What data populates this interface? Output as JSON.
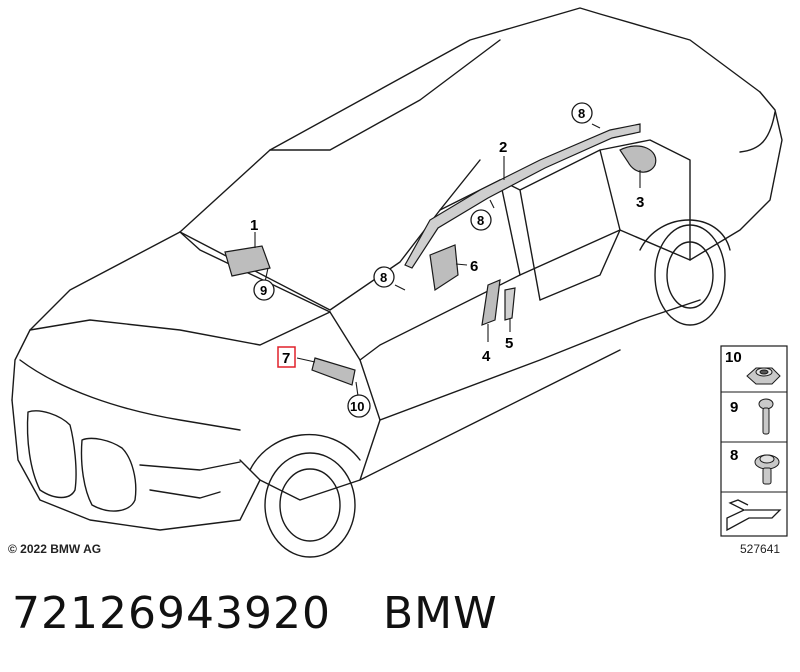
{
  "diagram": {
    "callouts": {
      "p1": "1",
      "p2": "2",
      "p3": "3",
      "p4": "4",
      "p5": "5",
      "p6": "6",
      "p7": "7",
      "p8a": "8",
      "p8b": "8",
      "p8c": "8",
      "p9": "9",
      "p10": "10"
    },
    "legend": [
      {
        "number": "10",
        "icon": "nut-icon"
      },
      {
        "number": "9",
        "icon": "screw-icon"
      },
      {
        "number": "8",
        "icon": "flange-screw-icon"
      }
    ],
    "highlight_color": "#e0202a"
  },
  "copyright": "© 2022 BMW AG",
  "reference_number": "527641",
  "caption": {
    "part_number": "72126943920",
    "brand": "BMW"
  }
}
